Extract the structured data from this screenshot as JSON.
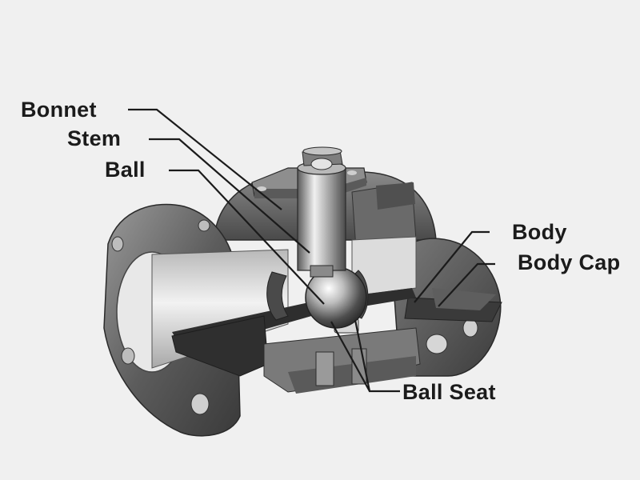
{
  "diagram": {
    "labels": {
      "bonnet": "Bonnet",
      "stem": "Stem",
      "ball": "Ball",
      "body": "Body",
      "body_cap": "Body Cap",
      "ball_seat": "Ball Seat"
    }
  },
  "colors": {
    "background": "#f0f0f0",
    "metal_dark": "#3c3c3c",
    "metal_mid": "#6e6e6e",
    "metal_light": "#c8c8c8",
    "bore_highlight": "#ececec",
    "leader_line": "#1b1b1b",
    "label_text": "#1b1b1b"
  }
}
